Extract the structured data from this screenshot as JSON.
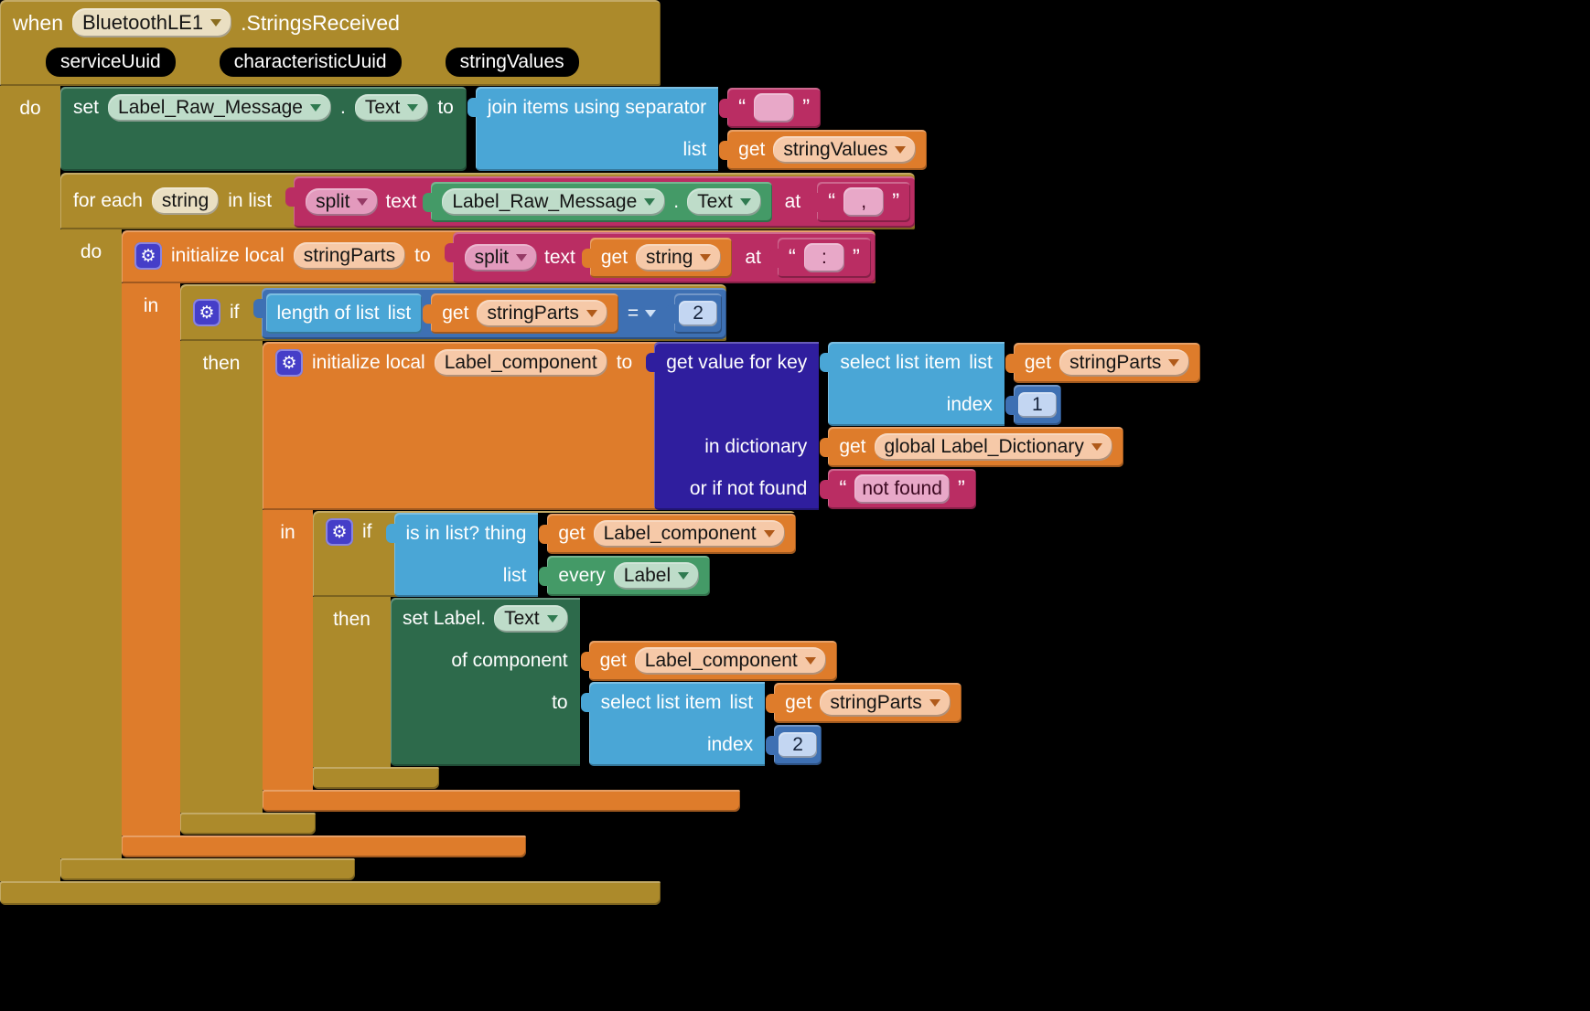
{
  "colors": {
    "event_gold": "#AC8A2B",
    "setter_green": "#2D6A4B",
    "getter_green": "#449A67",
    "lists_blue": "#4AA6D6",
    "math_blue": "#3E70B3",
    "text_magenta": "#BA2D63",
    "variables_orange": "#DE7C2B",
    "dictionary_indigo": "#2F1E9E",
    "canvas_black": "#000000"
  },
  "event": {
    "when": "when",
    "component": "BluetoothLE1",
    "name": ".StringsReceived",
    "params": [
      "serviceUuid",
      "characteristicUuid",
      "stringValues"
    ],
    "do": "do"
  },
  "set_raw": {
    "set": "set",
    "component": "Label_Raw_Message",
    "dot": ".",
    "property": "Text",
    "to": "to"
  },
  "join": {
    "label": "join items using separator",
    "list": "list"
  },
  "str_empty": {
    "open": "“",
    "value": "",
    "close": "”"
  },
  "get_string_values": {
    "get": "get",
    "var": "stringValues"
  },
  "for_each": {
    "label1": "for each",
    "var": "string",
    "label2": "in list",
    "do": "do"
  },
  "split1": {
    "split": "split",
    "text": "text",
    "at": "at"
  },
  "getter_raw": {
    "component": "Label_Raw_Message",
    "dot": ".",
    "property": "Text"
  },
  "str_comma": {
    "open": "“",
    "value": ",",
    "close": "”"
  },
  "init_string_parts": {
    "label": "initialize local",
    "name": "stringParts",
    "to": "to",
    "in": "in"
  },
  "split2": {
    "split": "split",
    "text": "text",
    "at": "at"
  },
  "get_string": {
    "get": "get",
    "var": "string"
  },
  "str_colon": {
    "open": "“",
    "value": ":",
    "close": "”"
  },
  "if1": {
    "if": "if",
    "then": "then"
  },
  "length_of_list": {
    "label": "length of list",
    "list": "list"
  },
  "get_string_parts": {
    "get": "get",
    "var": "stringParts"
  },
  "equals": {
    "op": "="
  },
  "num_2": {
    "value": "2"
  },
  "init_label_component": {
    "label": "initialize local",
    "name": "Label_component",
    "to": "to",
    "in": "in"
  },
  "dict_lookup": {
    "key_label": "get value for key",
    "dict_label": "in dictionary",
    "not_found_label": "or if not found"
  },
  "select1": {
    "label": "select list item",
    "list": "list",
    "index": "index"
  },
  "num_1": {
    "value": "1"
  },
  "get_global_dict": {
    "get": "get",
    "var": "global Label_Dictionary"
  },
  "str_not_found": {
    "open": "“",
    "value": "not found",
    "close": "”"
  },
  "if2": {
    "if": "if",
    "then": "then"
  },
  "is_in_list": {
    "label": "is in list? thing",
    "list": "list"
  },
  "get_label_component": {
    "get": "get",
    "var": "Label_component"
  },
  "every_label": {
    "every": "every",
    "component": "Label"
  },
  "set_label_text": {
    "set": "set Label.",
    "property": "Text",
    "of_component": "of component",
    "to": "to"
  },
  "select2": {
    "label": "select list item",
    "list": "list",
    "index": "index"
  },
  "num_2b": {
    "value": "2"
  }
}
